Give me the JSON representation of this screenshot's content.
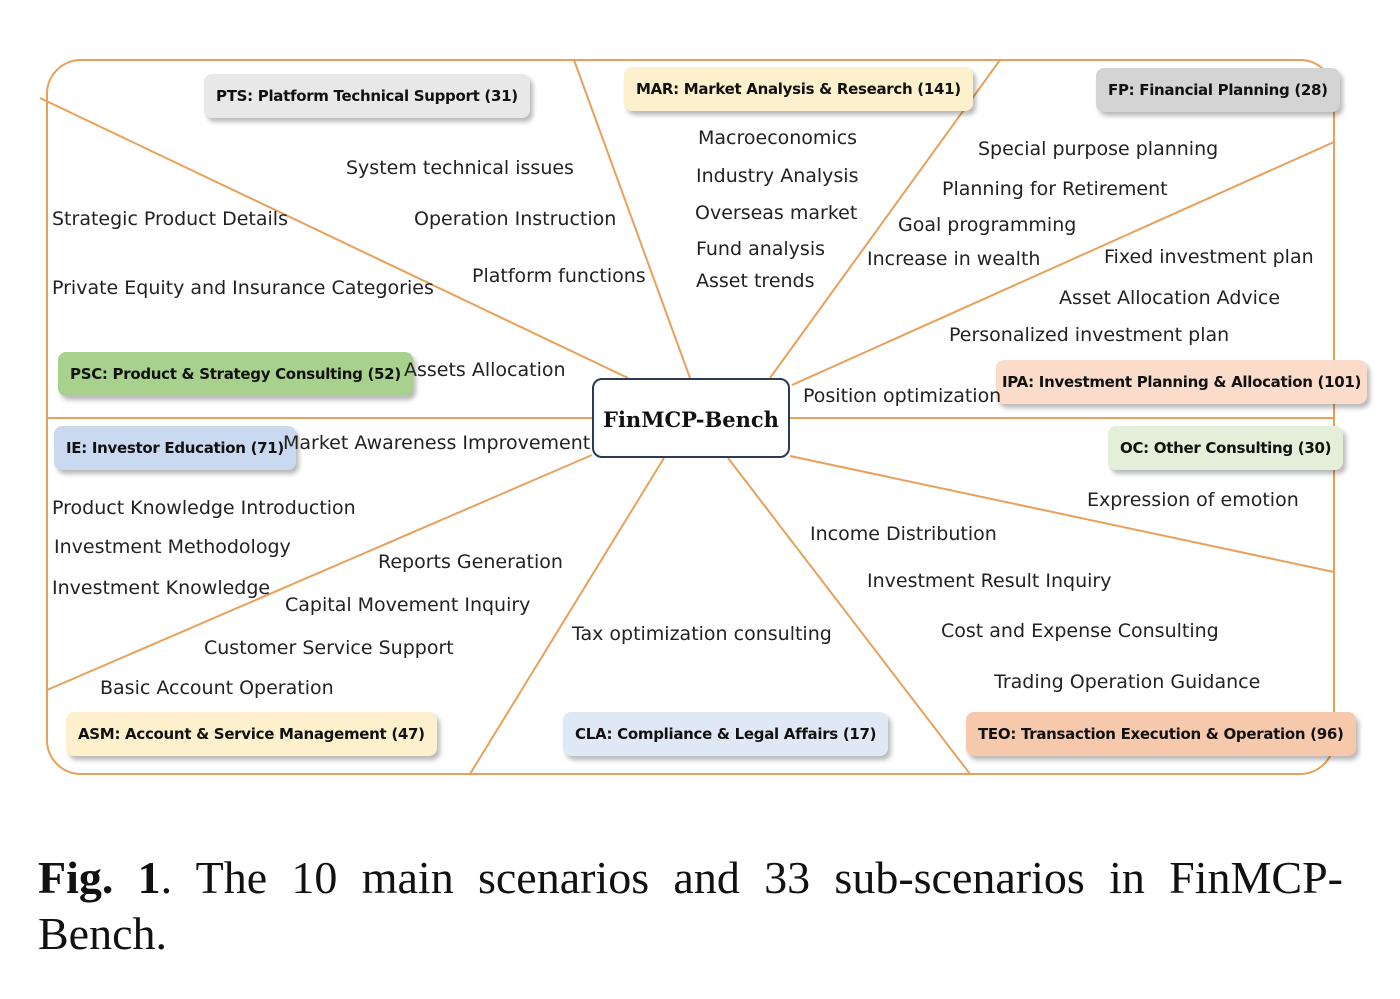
{
  "center": {
    "label": "FinMCP-Bench"
  },
  "colors": {
    "line": "#e8a05a",
    "tag_gray": "#e8e8e8",
    "tag_yellow": "#fdf0cc",
    "tag_green": "#a9d18e",
    "tag_blue": "#c9daf0",
    "tag_light_green": "#e3efd9",
    "tag_peach": "#fbdccb"
  },
  "scenarios": {
    "pts": "PTS: Platform Technical Support (31)",
    "mar": "MAR: Market Analysis & Research (141)",
    "fp": "FP: Financial Planning (28)",
    "psc": "PSC: Product & Strategy Consulting (52)",
    "ipa": "IPA: Investment Planning & Allocation (101)",
    "ie": "IE: Investor Education (71)",
    "oc": "OC: Other Consulting (30)",
    "asm": "ASM: Account & Service Management (47)",
    "cla": "CLA: Compliance & Legal Affairs (17)",
    "teo": "TEO: Transaction Execution & Operation (96)"
  },
  "subs": {
    "system_technical_issues": "System technical issues",
    "operation_instruction": "Operation Instruction",
    "platform_functions": "Platform functions",
    "strategic_product_details": "Strategic Product Details",
    "private_equity": "Private Equity and Insurance Categories",
    "assets_allocation": "Assets Allocation",
    "macroeconomics": "Macroeconomics",
    "industry_analysis": "Industry Analysis",
    "overseas_market": "Overseas market",
    "fund_analysis": "Fund analysis",
    "asset_trends": "Asset trends",
    "special_purpose_planning": "Special purpose planning",
    "planning_for_retirement": "Planning for Retirement",
    "goal_programming": "Goal programming",
    "increase_in_wealth": "Increase in wealth",
    "fixed_investment_plan": "Fixed investment plan",
    "asset_allocation_advice": "Asset Allocation Advice",
    "personalized_investment_plan": "Personalized investment plan",
    "position_optimization": "Position optimization",
    "market_awareness_improvement": "Market Awareness Improvement",
    "product_knowledge_introduction": "Product Knowledge Introduction",
    "investment_methodology": "Investment Methodology",
    "investment_knowledge": "Investment Knowledge",
    "reports_generation": "Reports Generation",
    "capital_movement_inquiry": "Capital Movement Inquiry",
    "customer_service_support": "Customer Service Support",
    "basic_account_operation": "Basic Account Operation",
    "tax_optimization_consulting": "Tax optimization consulting",
    "income_distribution": "Income Distribution",
    "investment_result_inquiry": "Investment Result Inquiry",
    "cost_and_expense_consulting": "Cost and Expense Consulting",
    "trading_operation_guidance": "Trading Operation Guidance",
    "expression_of_emotion": "Expression of emotion"
  },
  "caption": {
    "fig_label": "Fig. 1",
    "text": ".  The 10 main scenarios and 33 sub-scenarios in FinMCP-Bench."
  }
}
